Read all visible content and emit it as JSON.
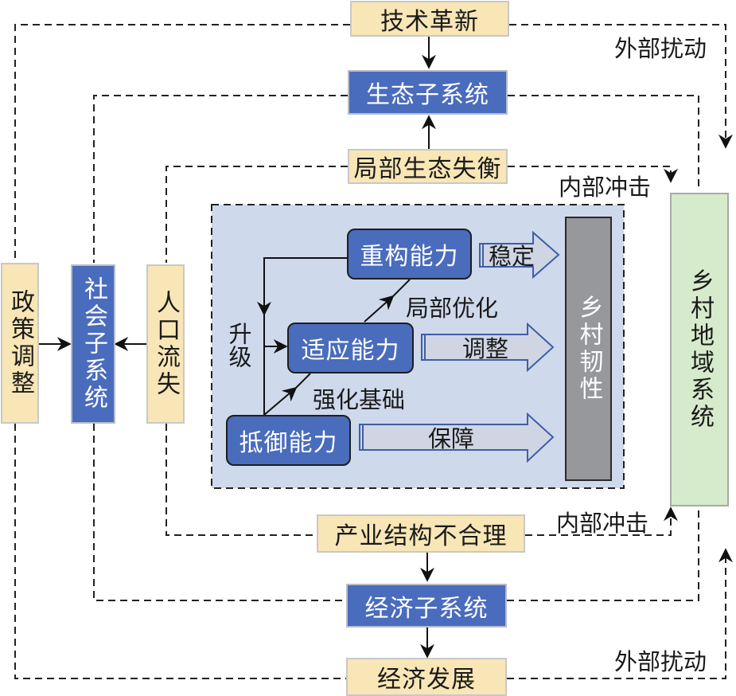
{
  "top_input": "技术革新",
  "bottom_input": "经济发展",
  "eco_subsystem": "生态子系统",
  "eco_issue": "局部生态失衡",
  "social_subsystem": "社会子系统",
  "policy": "政策调整",
  "population": "人口流失",
  "econ_subsystem": "经济子系统",
  "industry_issue": "产业结构不合理",
  "regional_system": "乡村地域系统",
  "external_disturbance_top": "外部扰动",
  "external_disturbance_bottom": "外部扰动",
  "internal_shock_top": "内部冲击",
  "internal_shock_bottom": "内部冲击",
  "resilience_panel": {
    "capabilities": [
      {
        "label": "重构能力",
        "outcome": "稳定"
      },
      {
        "label": "适应能力",
        "outcome": "调整"
      },
      {
        "label": "抵御能力",
        "outcome": "保障"
      }
    ],
    "upgrade": "升级",
    "strengthen": "强化基础",
    "optimize": "局部优化",
    "resilience": "乡村韧性"
  },
  "colors": {
    "cream": "#f8e6b6",
    "blue": "#4a6cbd",
    "green": "#d6ebcb",
    "panel": "#cfd9ec",
    "resilience_bar": "#97989c",
    "arrow_fill": "#cfd5e2",
    "arrow_border": "#3f5ea8"
  }
}
